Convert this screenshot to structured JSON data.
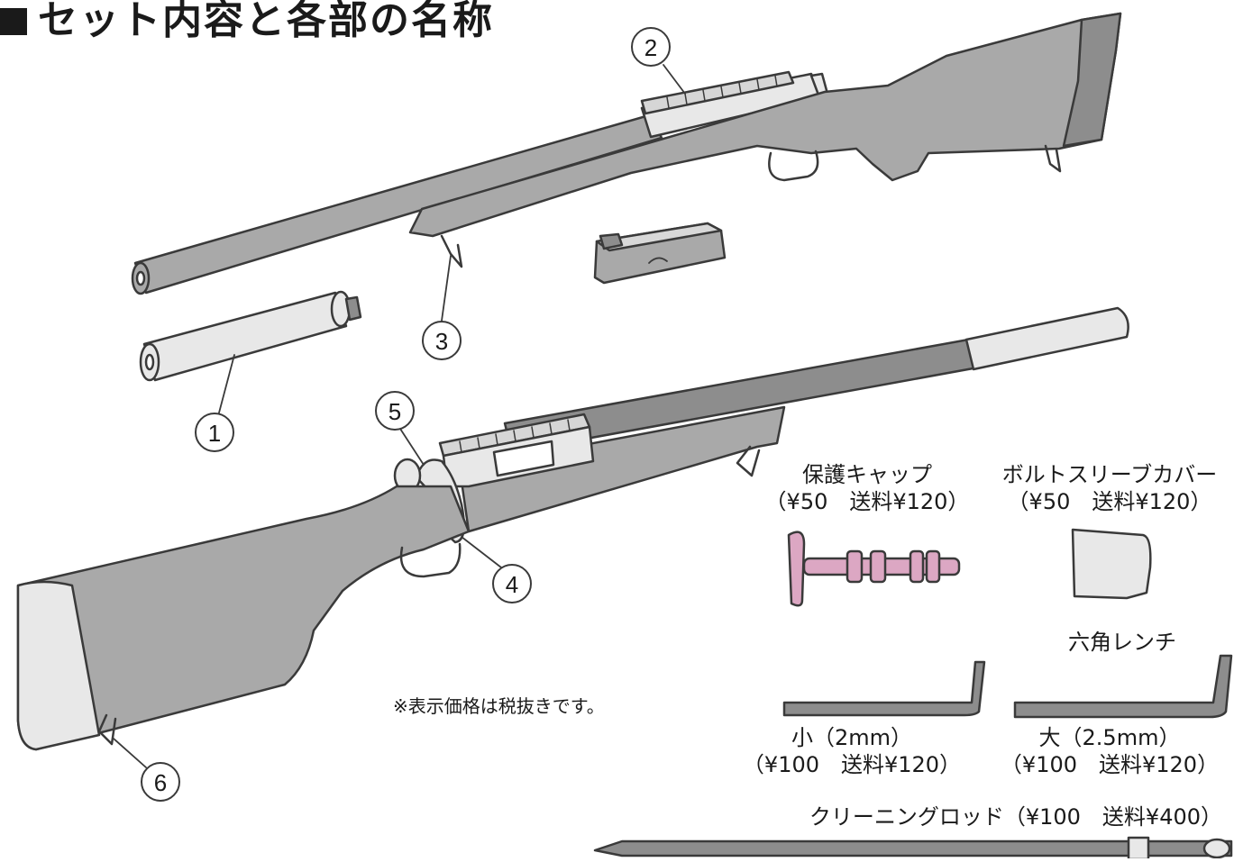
{
  "title": "セット内容と各部の名称",
  "callouts": [
    "1",
    "2",
    "3",
    "4",
    "5",
    "6"
  ],
  "accessories": {
    "protect_cap": {
      "name": "保護キャップ",
      "price": "（¥50　送料¥120）"
    },
    "bolt_cover": {
      "name": "ボルトスリーブカバー",
      "price": "（¥50　送料¥120）"
    },
    "hex_wrench": {
      "title": "六角レンチ",
      "small": {
        "name": "小（2mm）",
        "price": "（¥100　送料¥120）"
      },
      "large": {
        "name": "大（2.5mm）",
        "price": "（¥100　送料¥120）"
      }
    },
    "cleaning_rod": {
      "name": "クリーニングロッド（¥100　送料¥400）"
    }
  },
  "note": "※表示価格は税抜きです。",
  "colors": {
    "body": "#a9a9a9",
    "dark": "#8d8d8d",
    "light": "#e8e8e8",
    "line": "#3a3a3a",
    "cap": "#dca7c3"
  }
}
